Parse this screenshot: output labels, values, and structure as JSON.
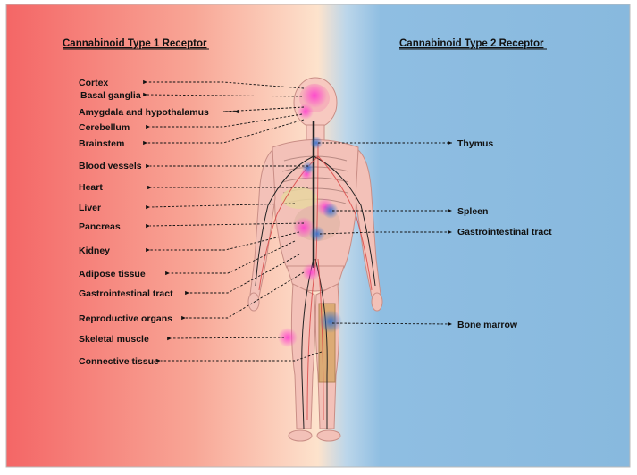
{
  "headers": {
    "left": "Cannabinoid Type 1 Receptor",
    "right": "Cannabinoid Type 2 Receptor"
  },
  "cb1_labels": [
    "Cortex",
    "Basal ganglia",
    "Amygdala and hypothalamus",
    "Cerebellum",
    "Brainstem",
    "Blood vessels",
    "Heart",
    "Liver",
    "Pancreas",
    "Kidney",
    "Adipose tissue",
    "Gastrointestinal tract",
    "Reproductive organs",
    "Skeletal muscle",
    "Connective tissue"
  ],
  "cb2_labels": [
    "Thymus",
    "Spleen",
    "Gastrointestinal tract",
    "Bone marrow"
  ],
  "colors": {
    "left_gradient_start": "#f26a6a",
    "center_blend": "#fde0c8",
    "right_background": "#8bbbe0",
    "cb1_highlight": "#ff4fd0",
    "cb2_highlight": "#3a7fd4",
    "nerve": "#222222",
    "artery": "#d84040"
  }
}
